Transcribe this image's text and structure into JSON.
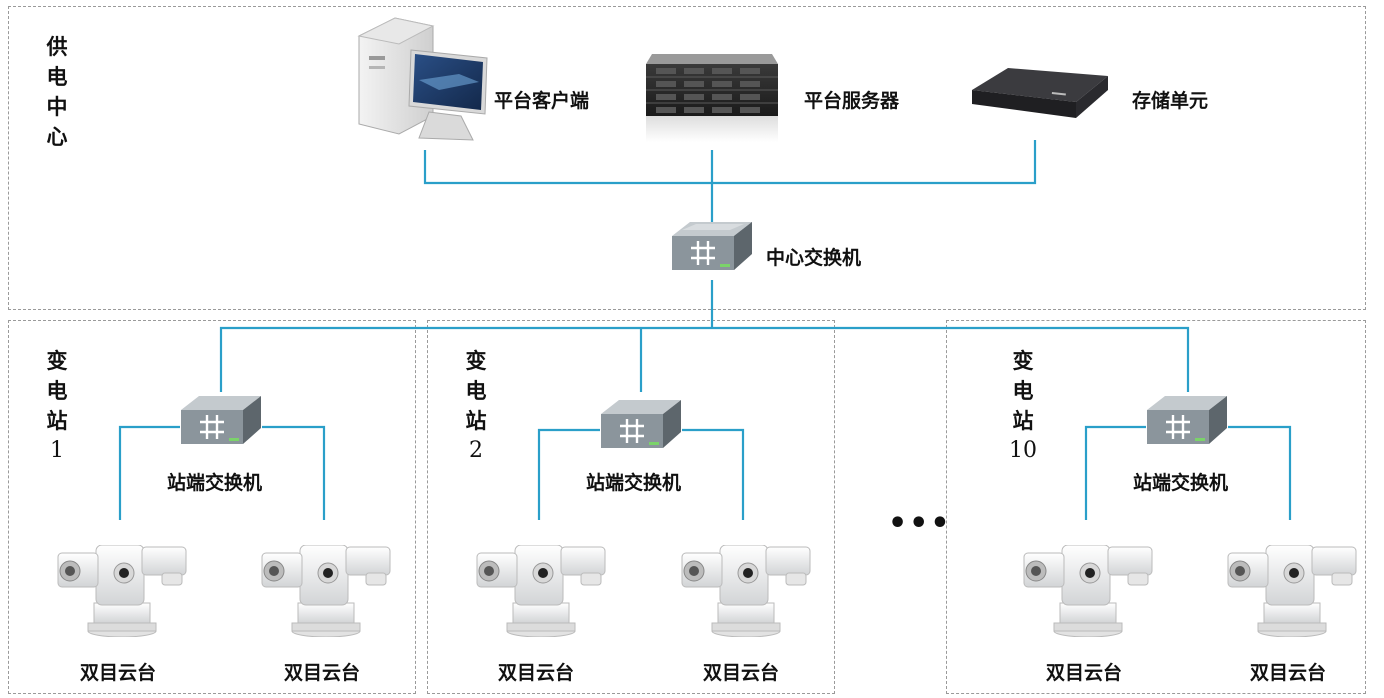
{
  "center": {
    "region_label": [
      "供",
      "电",
      "中",
      "心"
    ],
    "platform_client": "平台客户端",
    "platform_server": "平台服务器",
    "storage_unit": "存储单元",
    "center_switch": "中心交换机"
  },
  "stations": [
    {
      "label": [
        "变",
        "电",
        "站"
      ],
      "number": "1",
      "switch_label": "站端交换机",
      "cameras": [
        "双目云台",
        "双目云台"
      ]
    },
    {
      "label": [
        "变",
        "电",
        "站"
      ],
      "number": "2",
      "switch_label": "站端交换机",
      "cameras": [
        "双目云台",
        "双目云台"
      ]
    },
    {
      "label": [
        "变",
        "电",
        "站"
      ],
      "number": "10",
      "switch_label": "站端交换机",
      "cameras": [
        "双目云台",
        "双目云台"
      ]
    }
  ],
  "ellipsis": "•••",
  "colors": {
    "wire": "#2a9fc9",
    "dash": "#9a9a9a",
    "switch_top": "#9aa4aa"
  }
}
